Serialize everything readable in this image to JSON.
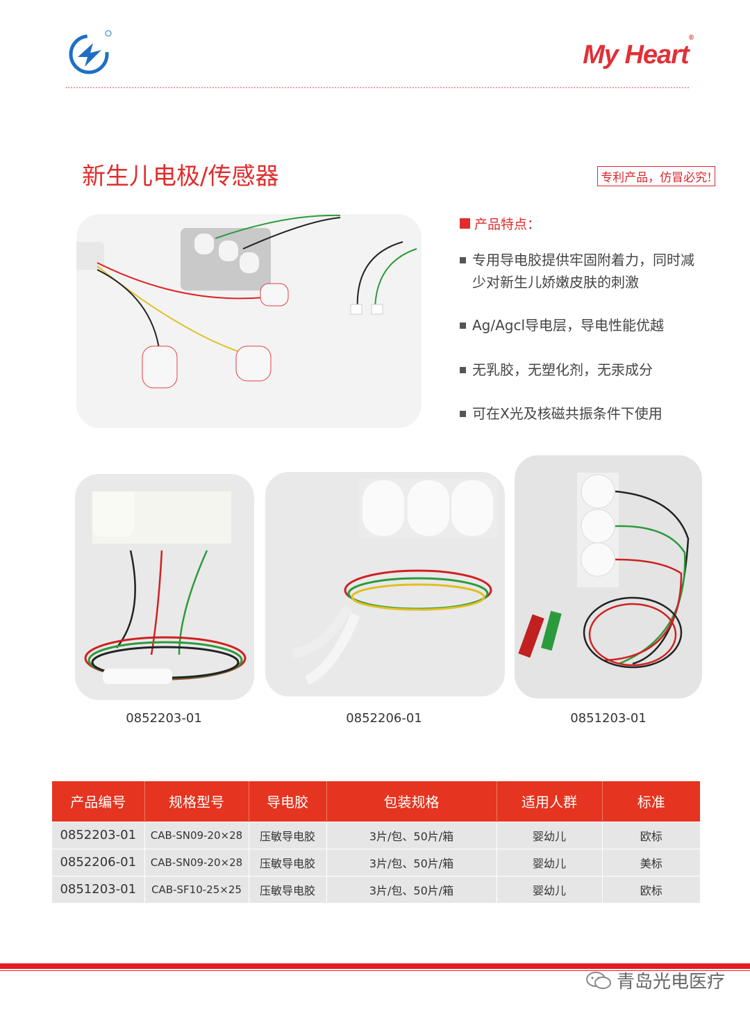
{
  "header": {
    "brand": "My Heart",
    "brand_mark": "®"
  },
  "title": "新生儿电极/传感器",
  "patent_notice": "专利产品，仿冒必究!",
  "features": {
    "heading": "产品特点：",
    "items": [
      "专用导电胶提供牢固附着力，同时减少对新生儿娇嫩皮肤的刺激",
      "Ag/Agcl导电层，导电性能优越",
      "无乳胶，无塑化剂，无汞成分",
      "可在X光及核磁共振条件下使用"
    ]
  },
  "captions": [
    "0852203-01",
    "0852206-01",
    "0851203-01"
  ],
  "table": {
    "headers": [
      "产品编号",
      "规格型号",
      "导电胶",
      "包装规格",
      "适用人群",
      "标准"
    ],
    "rows": [
      [
        "0852203-01",
        "CAB-SN09-20×28",
        "压敏导电胶",
        "3片/包、50片/箱",
        "婴幼儿",
        "欧标"
      ],
      [
        "0852206-01",
        "CAB-SN09-20×28",
        "压敏导电胶",
        "3片/包、50片/箱",
        "婴幼儿",
        "美标"
      ],
      [
        "0851203-01",
        "CAB-SF10-25×25",
        "压敏导电胶",
        "3片/包、50片/箱",
        "婴幼儿",
        "欧标"
      ]
    ]
  },
  "footer": {
    "account": "青岛光电医疗"
  },
  "colors": {
    "accent": "#e12c2c",
    "table_header": "#e5341f",
    "table_row": "#e6e6e6"
  }
}
